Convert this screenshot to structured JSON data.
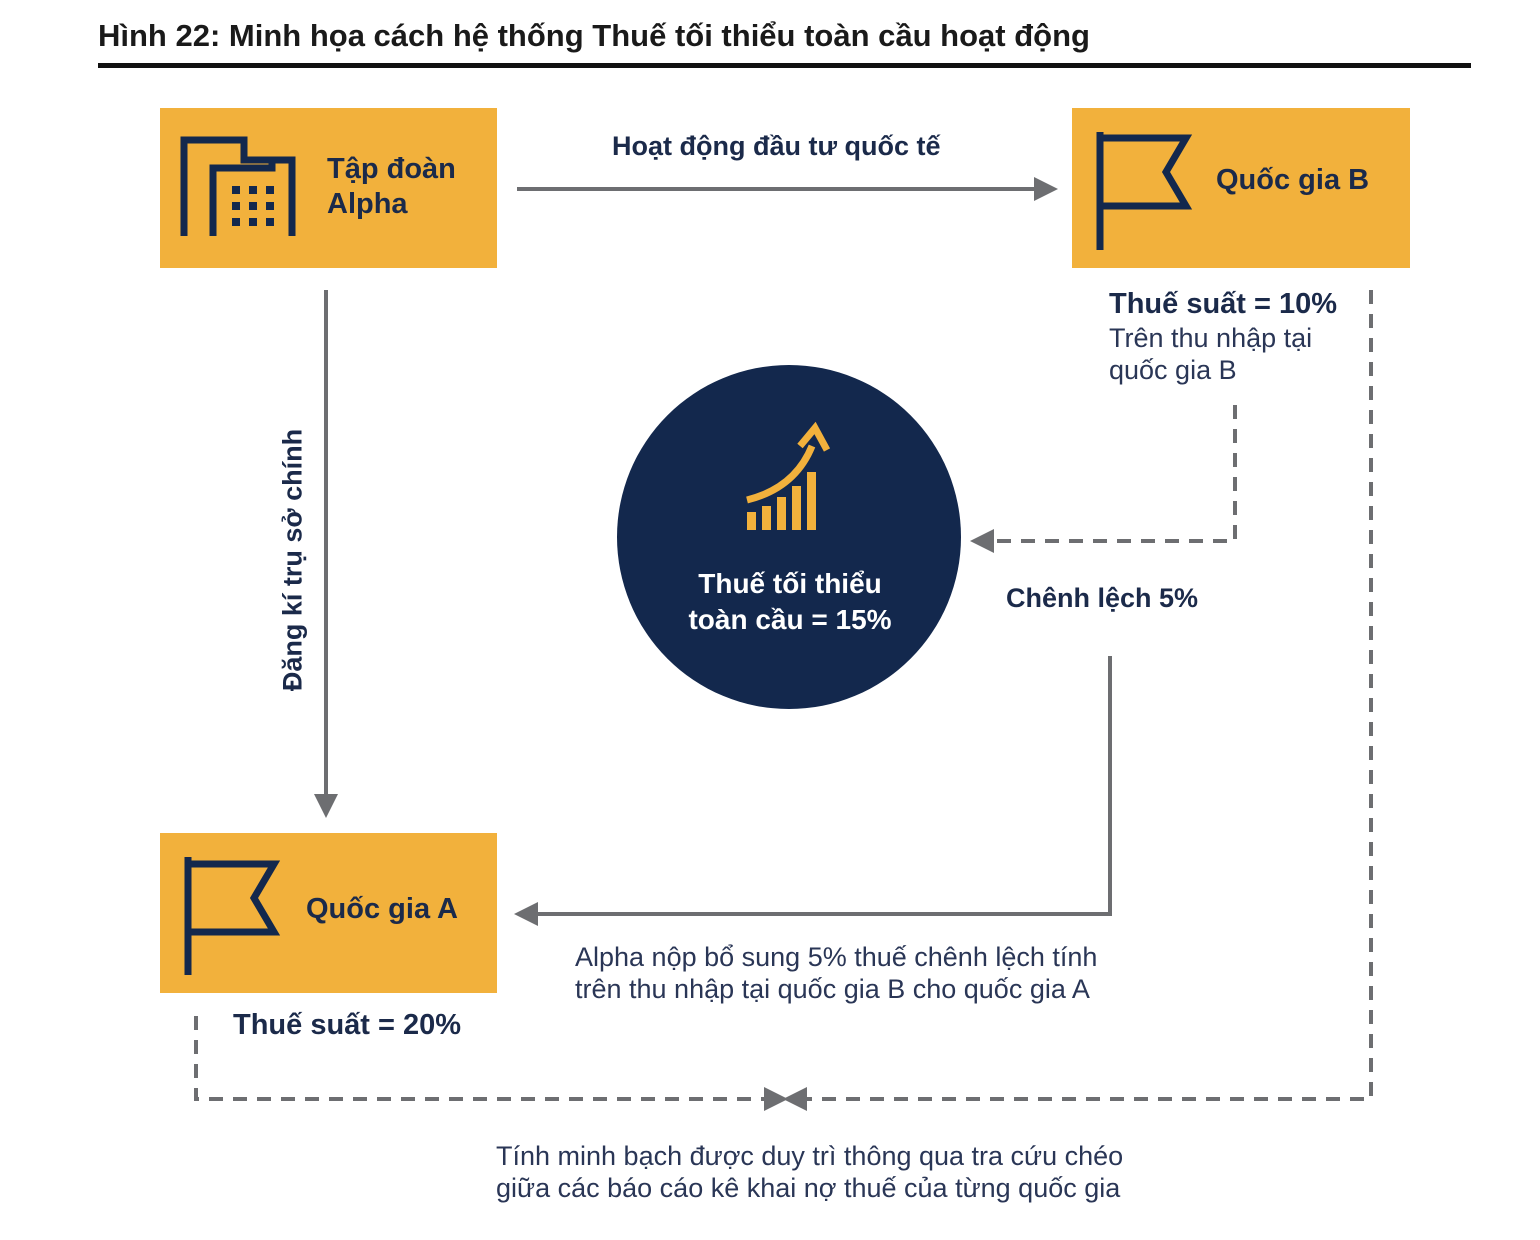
{
  "figure": {
    "title": "Hình 22: Minh họa cách hệ thống Thuế tối thiểu toàn cầu hoạt động"
  },
  "nodes": {
    "alpha": {
      "line1": "Tập đoàn",
      "line2": "Alpha"
    },
    "country_b": {
      "label": "Quốc gia B"
    },
    "country_a": {
      "label": "Quốc gia A"
    },
    "center": {
      "line1": "Thuế tối thiểu",
      "line2": "toàn cầu = 15%"
    }
  },
  "edges": {
    "investment": "Hoạt động đầu tư quốc tế",
    "hq_registration": "Đăng kí trụ sở chính",
    "difference": "Chênh lệch 5%"
  },
  "notes": {
    "country_b_rate": "Thuế suất = 10%",
    "country_b_income_line1": "Trên thu nhập tại",
    "country_b_income_line2": "quốc gia B",
    "country_a_rate": "Thuế suất = 20%",
    "topup_line1": "Alpha nộp bổ sung 5% thuế chênh lệch tính",
    "topup_line2": "trên thu nhập tại quốc gia B cho quốc gia A",
    "transparency_line1": "Tính minh bạch được duy trì thông qua tra cứu chéo",
    "transparency_line2": "giữa các báo cáo kê khai nợ thuế của từng quốc gia"
  },
  "colors": {
    "box": "#F2B13C",
    "navy": "#13284D",
    "arrow": "#6D6E71",
    "gold": "#F2B13C"
  },
  "icons": {
    "alpha": "building-icon",
    "country_b": "flag-icon",
    "country_a": "flag-icon",
    "center": "growth-chart-icon"
  }
}
